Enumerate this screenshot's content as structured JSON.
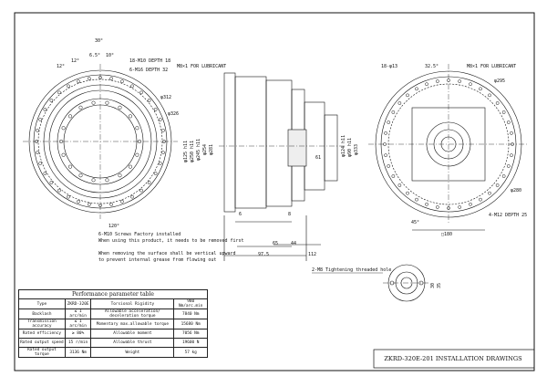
{
  "front_view": {
    "angle_top": "30°",
    "angle_a": "6.5°",
    "angle_b": "10°",
    "angle_c": "12°",
    "angle_d": "12°",
    "angle_bottom": "120°",
    "thread_a": "18-M10 DEPTH 18",
    "thread_b": "6-M16 DEPTH 32",
    "dia_a": "φ312",
    "dia_b": "φ326"
  },
  "side_view": {
    "lubricant": "M8×1 FOR LUBRICANT",
    "dia_left": [
      "φ125 h11",
      "φ250 h11",
      "φ245 h11",
      "φ254",
      "φ281"
    ],
    "dia_right": [
      "φ124 h11",
      "φ90 h11",
      "φ333"
    ],
    "dim_6": "6",
    "dim_8": "8",
    "dim_61": "61",
    "dim_65": "65",
    "dim_44": "44",
    "dim_975": "97.5",
    "dim_112": "112",
    "screws_note": "6-M10 Screws Factory installed",
    "screws_note2": "When using this product, it needs to be removed first",
    "vertical_note": "When removing the surface shall be vertical upward",
    "vertical_note2": "to prevent internal grease from flowing out"
  },
  "rear_view": {
    "holes": "18-φ13",
    "angle": "32.5°",
    "lubricant": "M8×1 FOR LUBRICANT",
    "dia_a": "φ295",
    "dia_b": "φ280",
    "angle_45": "45°",
    "thread": "4-M12 DEPTH 25",
    "square": "□180"
  },
  "detail": {
    "label": "2-M8 Tightening threaded hole",
    "dim_a": "30",
    "dim_b": "35"
  },
  "table": {
    "title": "Performance parameter table",
    "rows": [
      [
        "Type",
        "ZKRD-320E",
        "Torsional Rigidity",
        "980 Nm/arc.min"
      ],
      [
        "Backlash",
        "≤ 1 arc/min",
        "Allowable acceleration/ deceleration torque",
        "7840 Nm"
      ],
      [
        "Transmission accuracy",
        "≤ 1 arc/min",
        "Momentary max.allowable torque",
        "15680 Nm"
      ],
      [
        "Rated efficiency",
        "≥ 80%",
        "Allowable moment",
        "7056 Nm"
      ],
      [
        "Rated output speed",
        "15 r/min",
        "Allowable thrust",
        "19600 N"
      ],
      [
        "Rated output torque",
        "3136 Nm",
        "Weight",
        "57 kg"
      ]
    ]
  },
  "title_block": "ZKRD-320E-201 INSTALLATION DRAWINGS"
}
